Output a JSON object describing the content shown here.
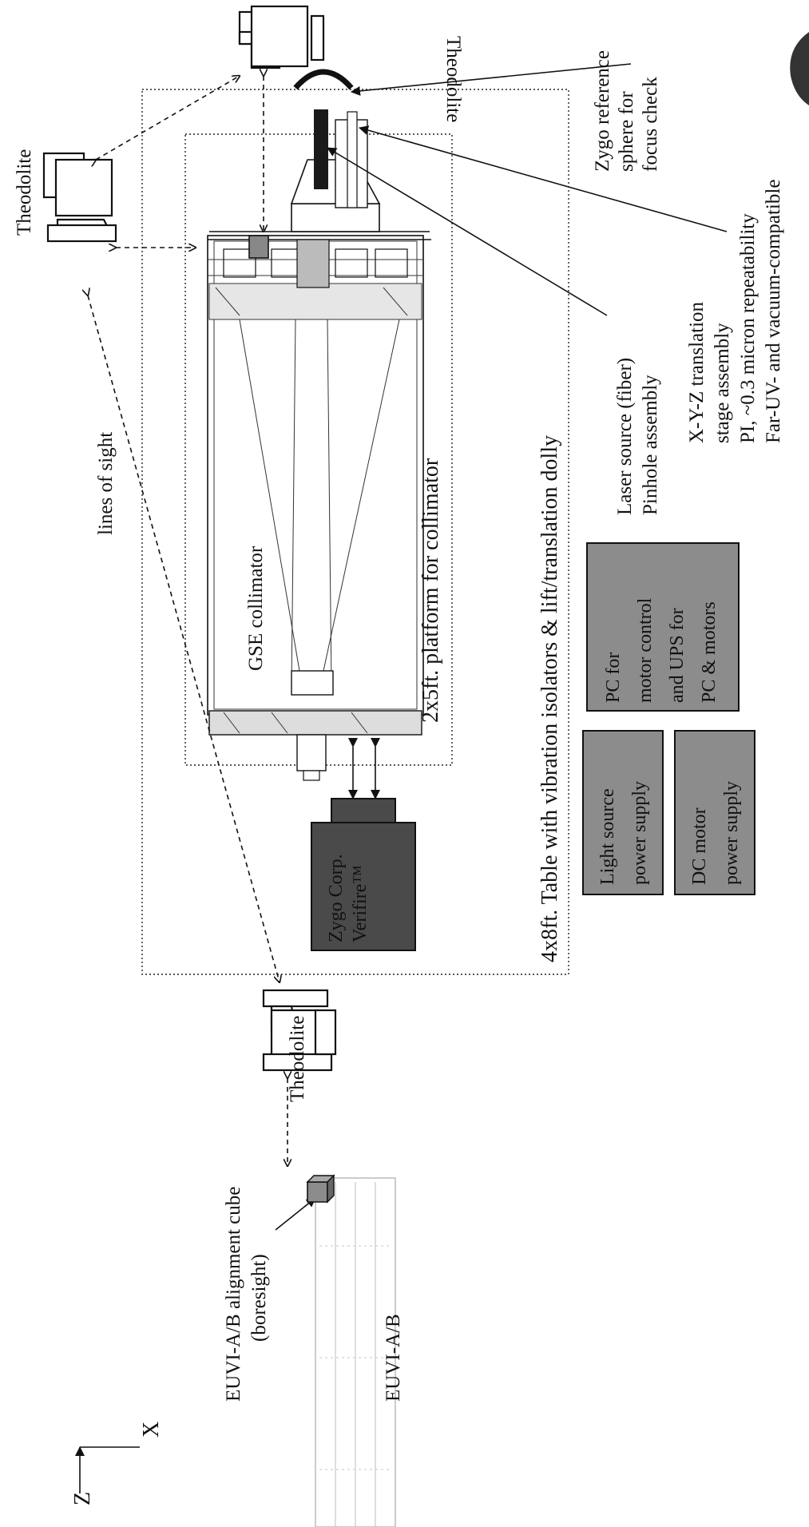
{
  "labels": {
    "theodolite_top_right": "Theodolite",
    "theodolite_top_left": "Theodolite",
    "theodolite_bottom": "Theodolite",
    "lines_of_sight": "lines of sight",
    "zygo_reference_line1": "Zygo reference",
    "zygo_reference_line2": "sphere for",
    "zygo_reference_line3": "focus check",
    "laser_source_line1": "Laser source (fiber)",
    "laser_source_line2": "Pinhole assembly",
    "stage_line1": "X-Y-Z translation",
    "stage_line2": "stage assembly",
    "stage_line3": "PI, ~0.3 micron repeatability",
    "stage_line4": "Far-UV- and vacuum-compatible",
    "table_label": "4x8ft. Table with vibration isolators & lift/translation dolly",
    "platform_label": "2x5ft. platform for collimator",
    "gse_collimator": "GSE collimator",
    "zygo_box_line1": "Zygo Corp.",
    "zygo_box_line2": "Verifire™",
    "pc_box_line1": "PC for",
    "pc_box_line2": "motor control",
    "pc_box_line3": "and UPS for",
    "pc_box_line4": "PC & motors",
    "light_box_line1": "Light source",
    "light_box_line2": "power supply",
    "dc_box_line1": "DC motor",
    "dc_box_line2": "power supply",
    "euvi_cube_line1": "EUVI-A/B alignment cube",
    "euvi_cube_line2": "(boresight)",
    "euvi_label": "EUVI-A/B",
    "axis_x": "X",
    "axis_z": "Z"
  },
  "colors": {
    "ink": "#111111",
    "gray_box": "#8c8c8c",
    "dark_box": "#4a4a4a",
    "background": "#ffffff"
  }
}
